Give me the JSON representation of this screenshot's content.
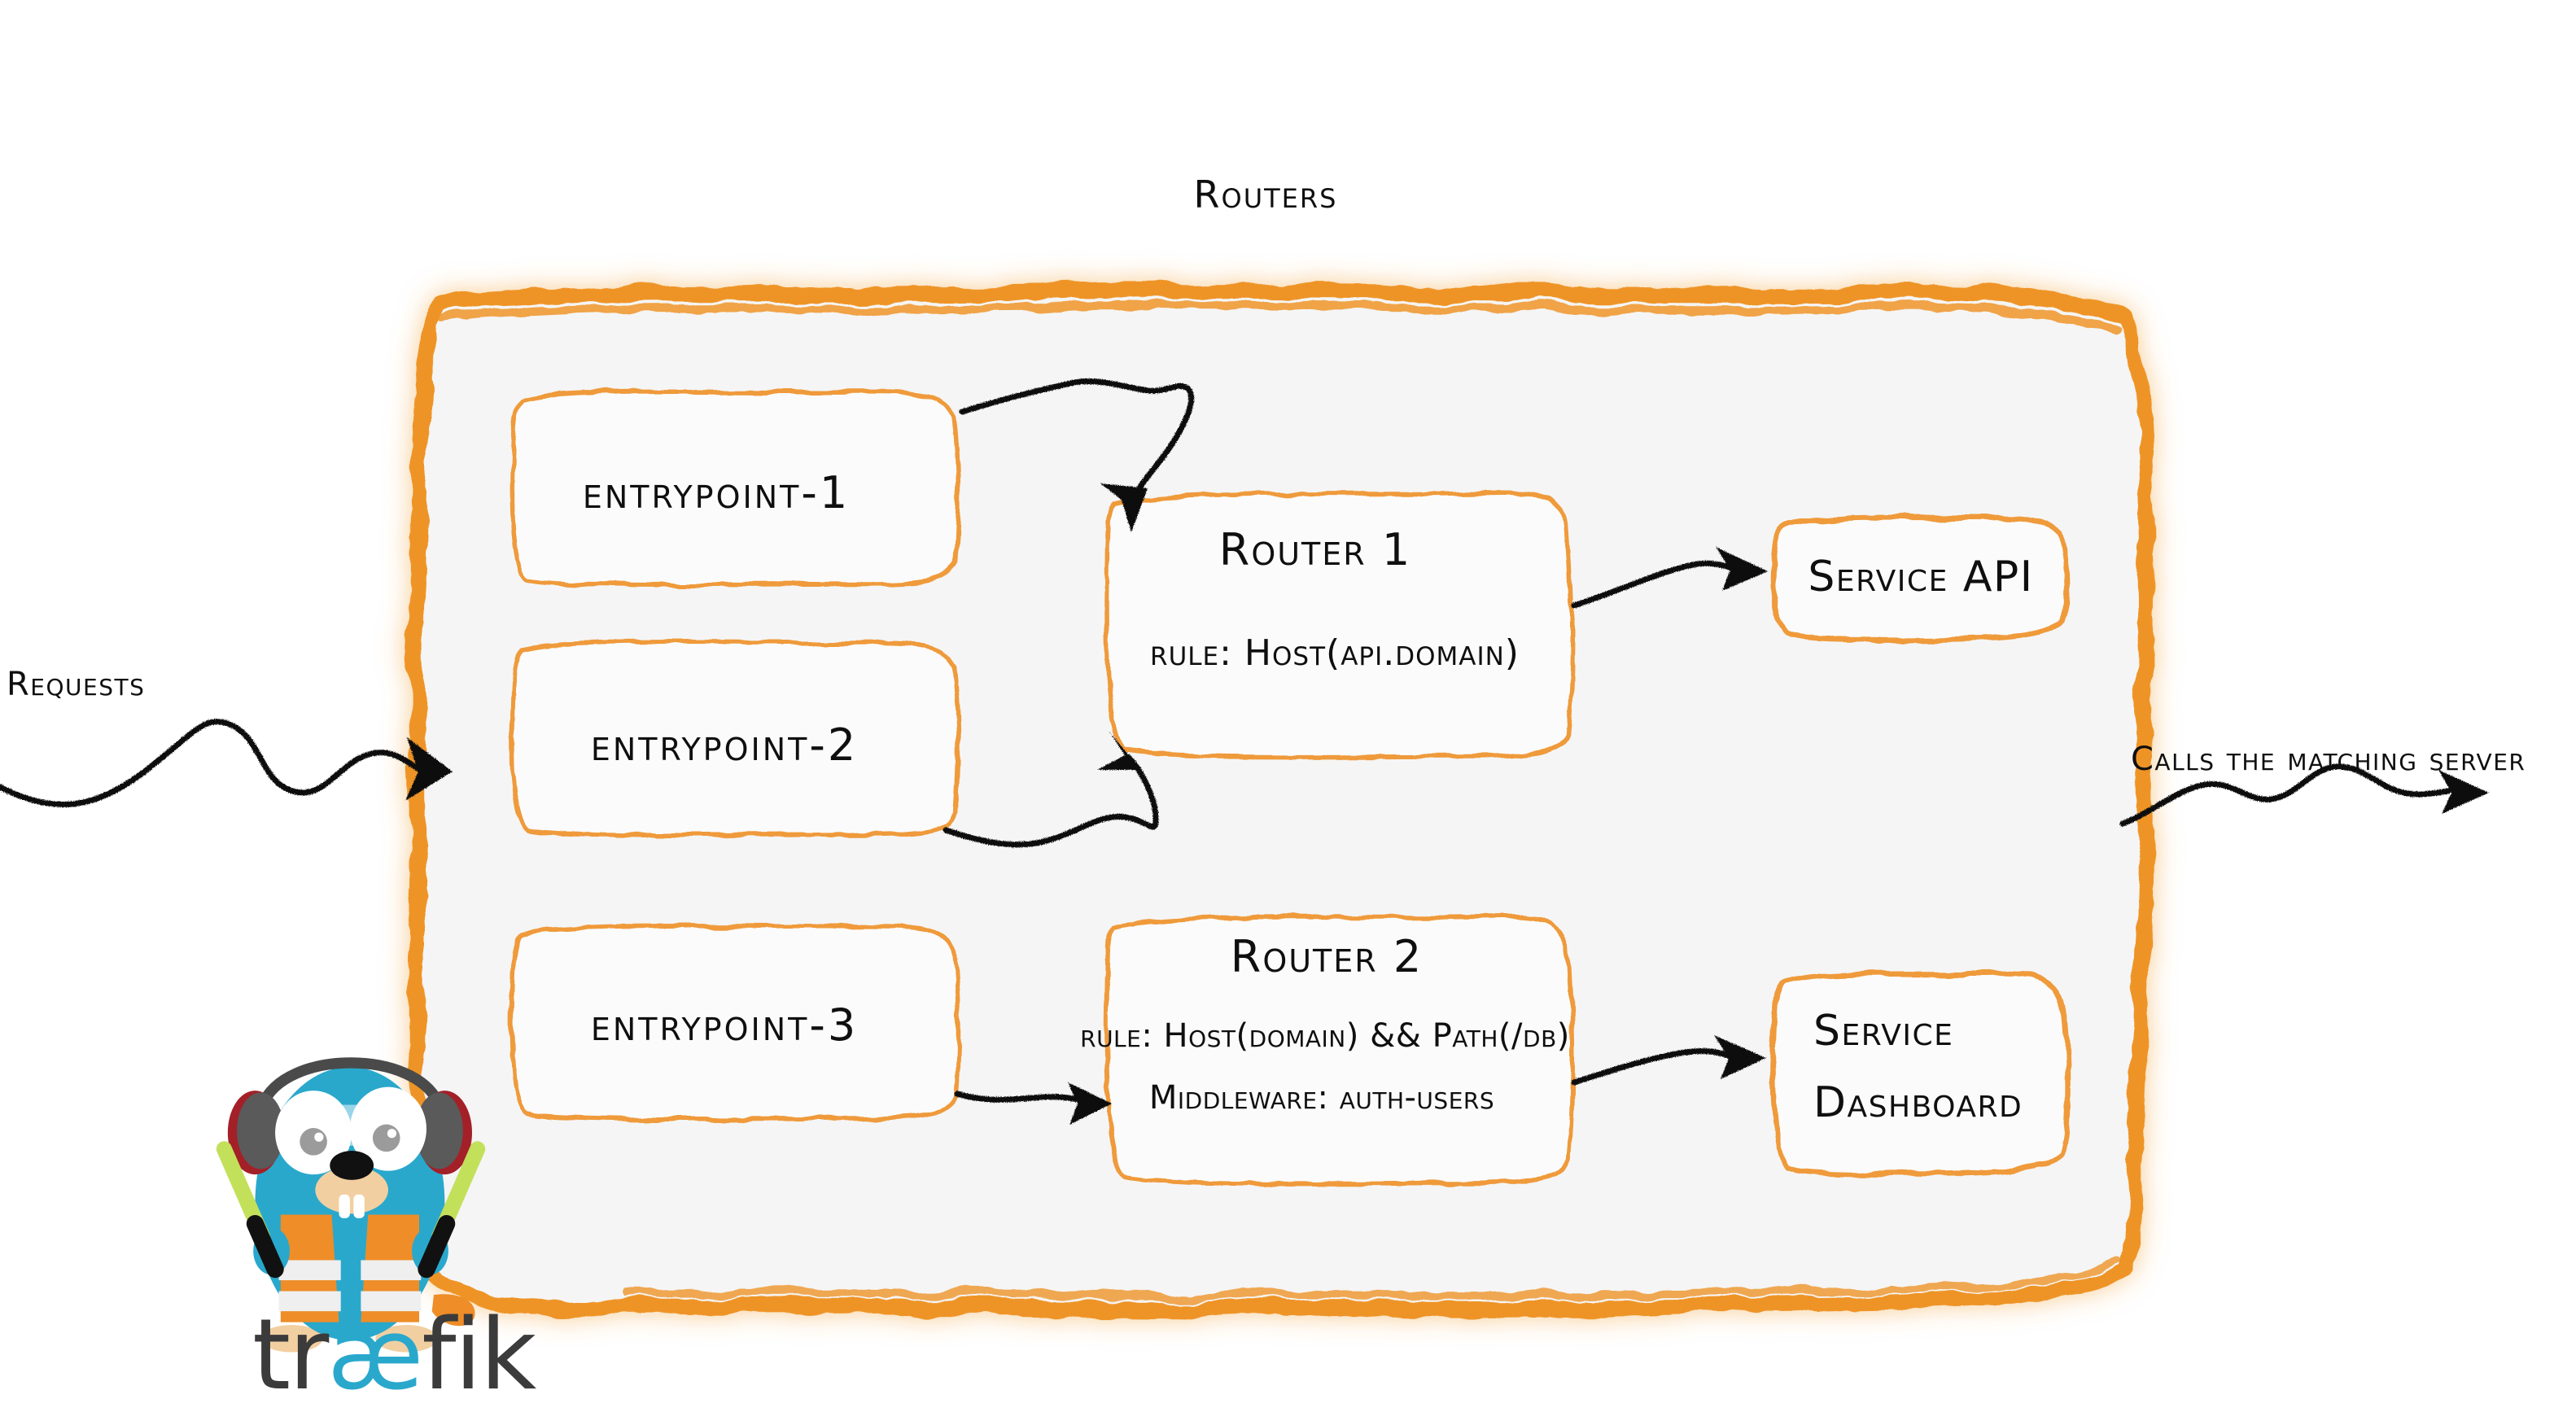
{
  "diagram": {
    "title": "Routers",
    "background_color": "#ffffff",
    "panel_fill": "#f5f5f5",
    "accent_color": "#ee9428",
    "box_border_color": "#ef9a3a",
    "ink_color": "#0f0f0f"
  },
  "entrypoints": [
    {
      "label": "entrypoint-1"
    },
    {
      "label": "entrypoint-2"
    },
    {
      "label": "entrypoint-3"
    }
  ],
  "routers": [
    {
      "name": "Router 1",
      "lines": [
        "rule: Host(api.domain)"
      ]
    },
    {
      "name": "Router 2",
      "lines": [
        "rule: Host(domain) && Path(/db)",
        "Middleware: auth-users"
      ]
    }
  ],
  "services": [
    {
      "lines": [
        "Service API"
      ]
    },
    {
      "lines": [
        "Service",
        "Dashboard"
      ]
    }
  ],
  "annotations": {
    "requests": "Requests",
    "calls_server": "Calls the matching server"
  },
  "logo": {
    "wordmark_a": "tr",
    "wordmark_ae": "æ",
    "wordmark_b": "fik",
    "mascot": "gopher-mascot",
    "body_color": "#29a8cc",
    "vest_color": "#ef8d28",
    "stripe_color": "#efefef",
    "wand_color": "#c3e05b",
    "headphone_color": "#5a5a5a",
    "headphone_accent": "#a32028",
    "goggle_color": "#bfe4f2",
    "snout_color": "#f2cfa1"
  }
}
